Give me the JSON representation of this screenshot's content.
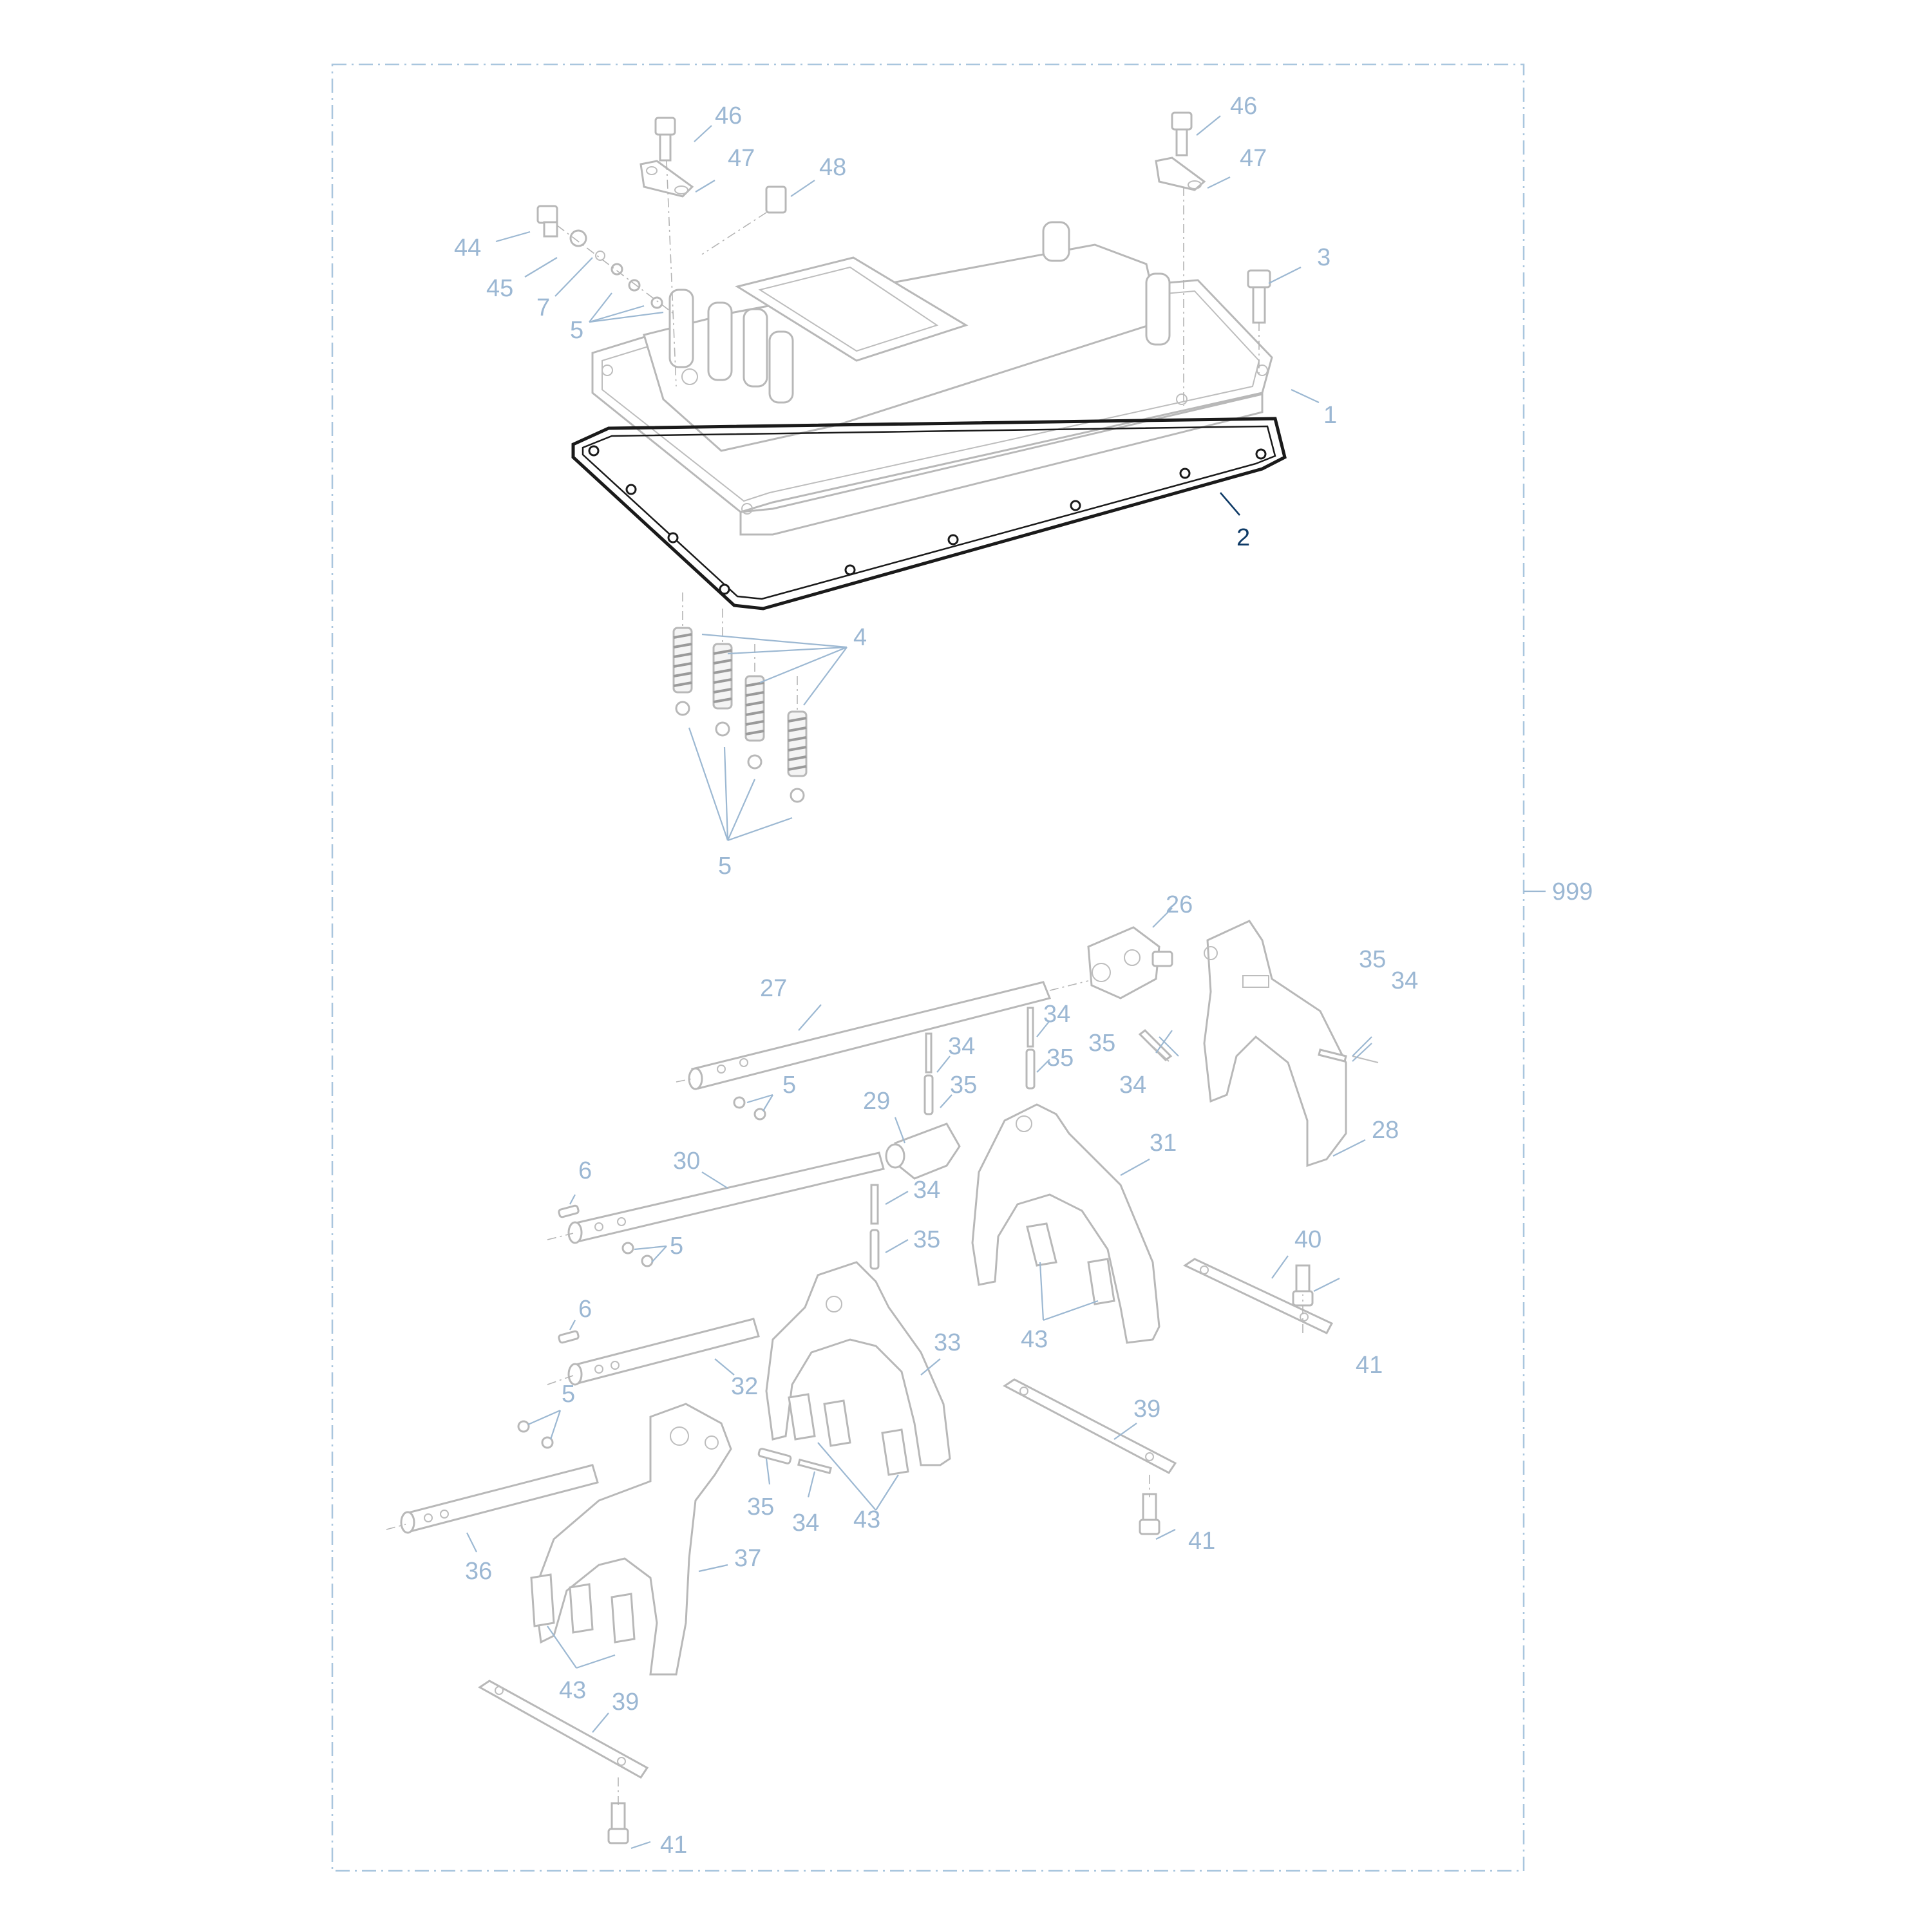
{
  "colors": {
    "callout": "#9bb7d3",
    "callout_active": "#0e3a66",
    "frame": "#a9c6de",
    "part_outline": "#b8b8b8",
    "gasket": "#1a1a1a"
  },
  "assembly_number": "999",
  "callouts": {
    "c46a": "46",
    "c47a": "47",
    "c48": "48",
    "c44": "44",
    "c45": "45",
    "c7": "7",
    "c5a": "5",
    "c46b": "46",
    "c47b": "47",
    "c3": "3",
    "c1": "1",
    "c2": "2",
    "c4": "4",
    "c5b": "5",
    "c26": "26",
    "c27": "27",
    "c35a": "35",
    "c34a": "34",
    "c34b": "34",
    "c35b": "35",
    "c34c": "34",
    "c35c": "35",
    "c34d": "34",
    "c28": "28",
    "c35d": "35",
    "c29": "29",
    "c5c": "5",
    "c31": "31",
    "c6a": "6",
    "c30": "30",
    "c34e": "34",
    "c5d": "5",
    "c35e": "35",
    "c40": "40",
    "c43a": "43",
    "c41a": "41",
    "c6b": "6",
    "c33": "33",
    "c32": "32",
    "c5e": "5",
    "c39a": "39",
    "c35f": "35",
    "c34f": "34",
    "c43b": "43",
    "c41b": "41",
    "c36": "36",
    "c37": "37",
    "c43c": "43",
    "c39b": "39",
    "c41c": "41"
  }
}
